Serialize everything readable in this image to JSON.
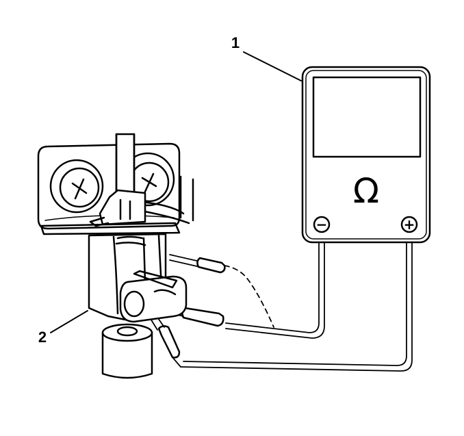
{
  "callouts": [
    {
      "number": "1"
    },
    {
      "number": "2"
    }
  ],
  "meter": {
    "ohm_symbol": "Ω",
    "negative_terminal": "−",
    "positive_terminal": "+"
  }
}
